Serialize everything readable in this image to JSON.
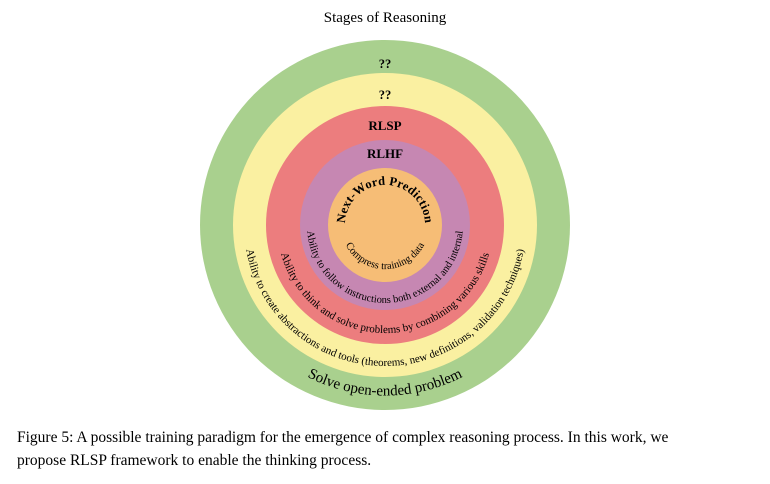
{
  "title": "Stages of Reasoning",
  "diagram": {
    "rings": [
      {
        "label": "??",
        "bottom_text": "Solve open-ended problem",
        "color": "#a9d08e"
      },
      {
        "label": "??",
        "bottom_text": "Ability to create abstractions and tools (theorems, new definitions, validation techniques)",
        "color": "#faf0a1"
      },
      {
        "label": "RLSP",
        "bottom_text": "Ability to think and solve problems by combining various skills",
        "color": "#ec7d7e"
      },
      {
        "label": "RLHF",
        "bottom_text": "Ability to follow instructions both external and internal",
        "color": "#c687b2"
      },
      {
        "label": "Next-Word Prediction",
        "bottom_text": "Compress training data",
        "color": "#f6bd76"
      }
    ]
  },
  "caption": {
    "line1": "Figure 5: A possible training paradigm for the emergence of complex reasoning process. In this work, we",
    "line2": "propose RLSP framework to enable the thinking process."
  }
}
